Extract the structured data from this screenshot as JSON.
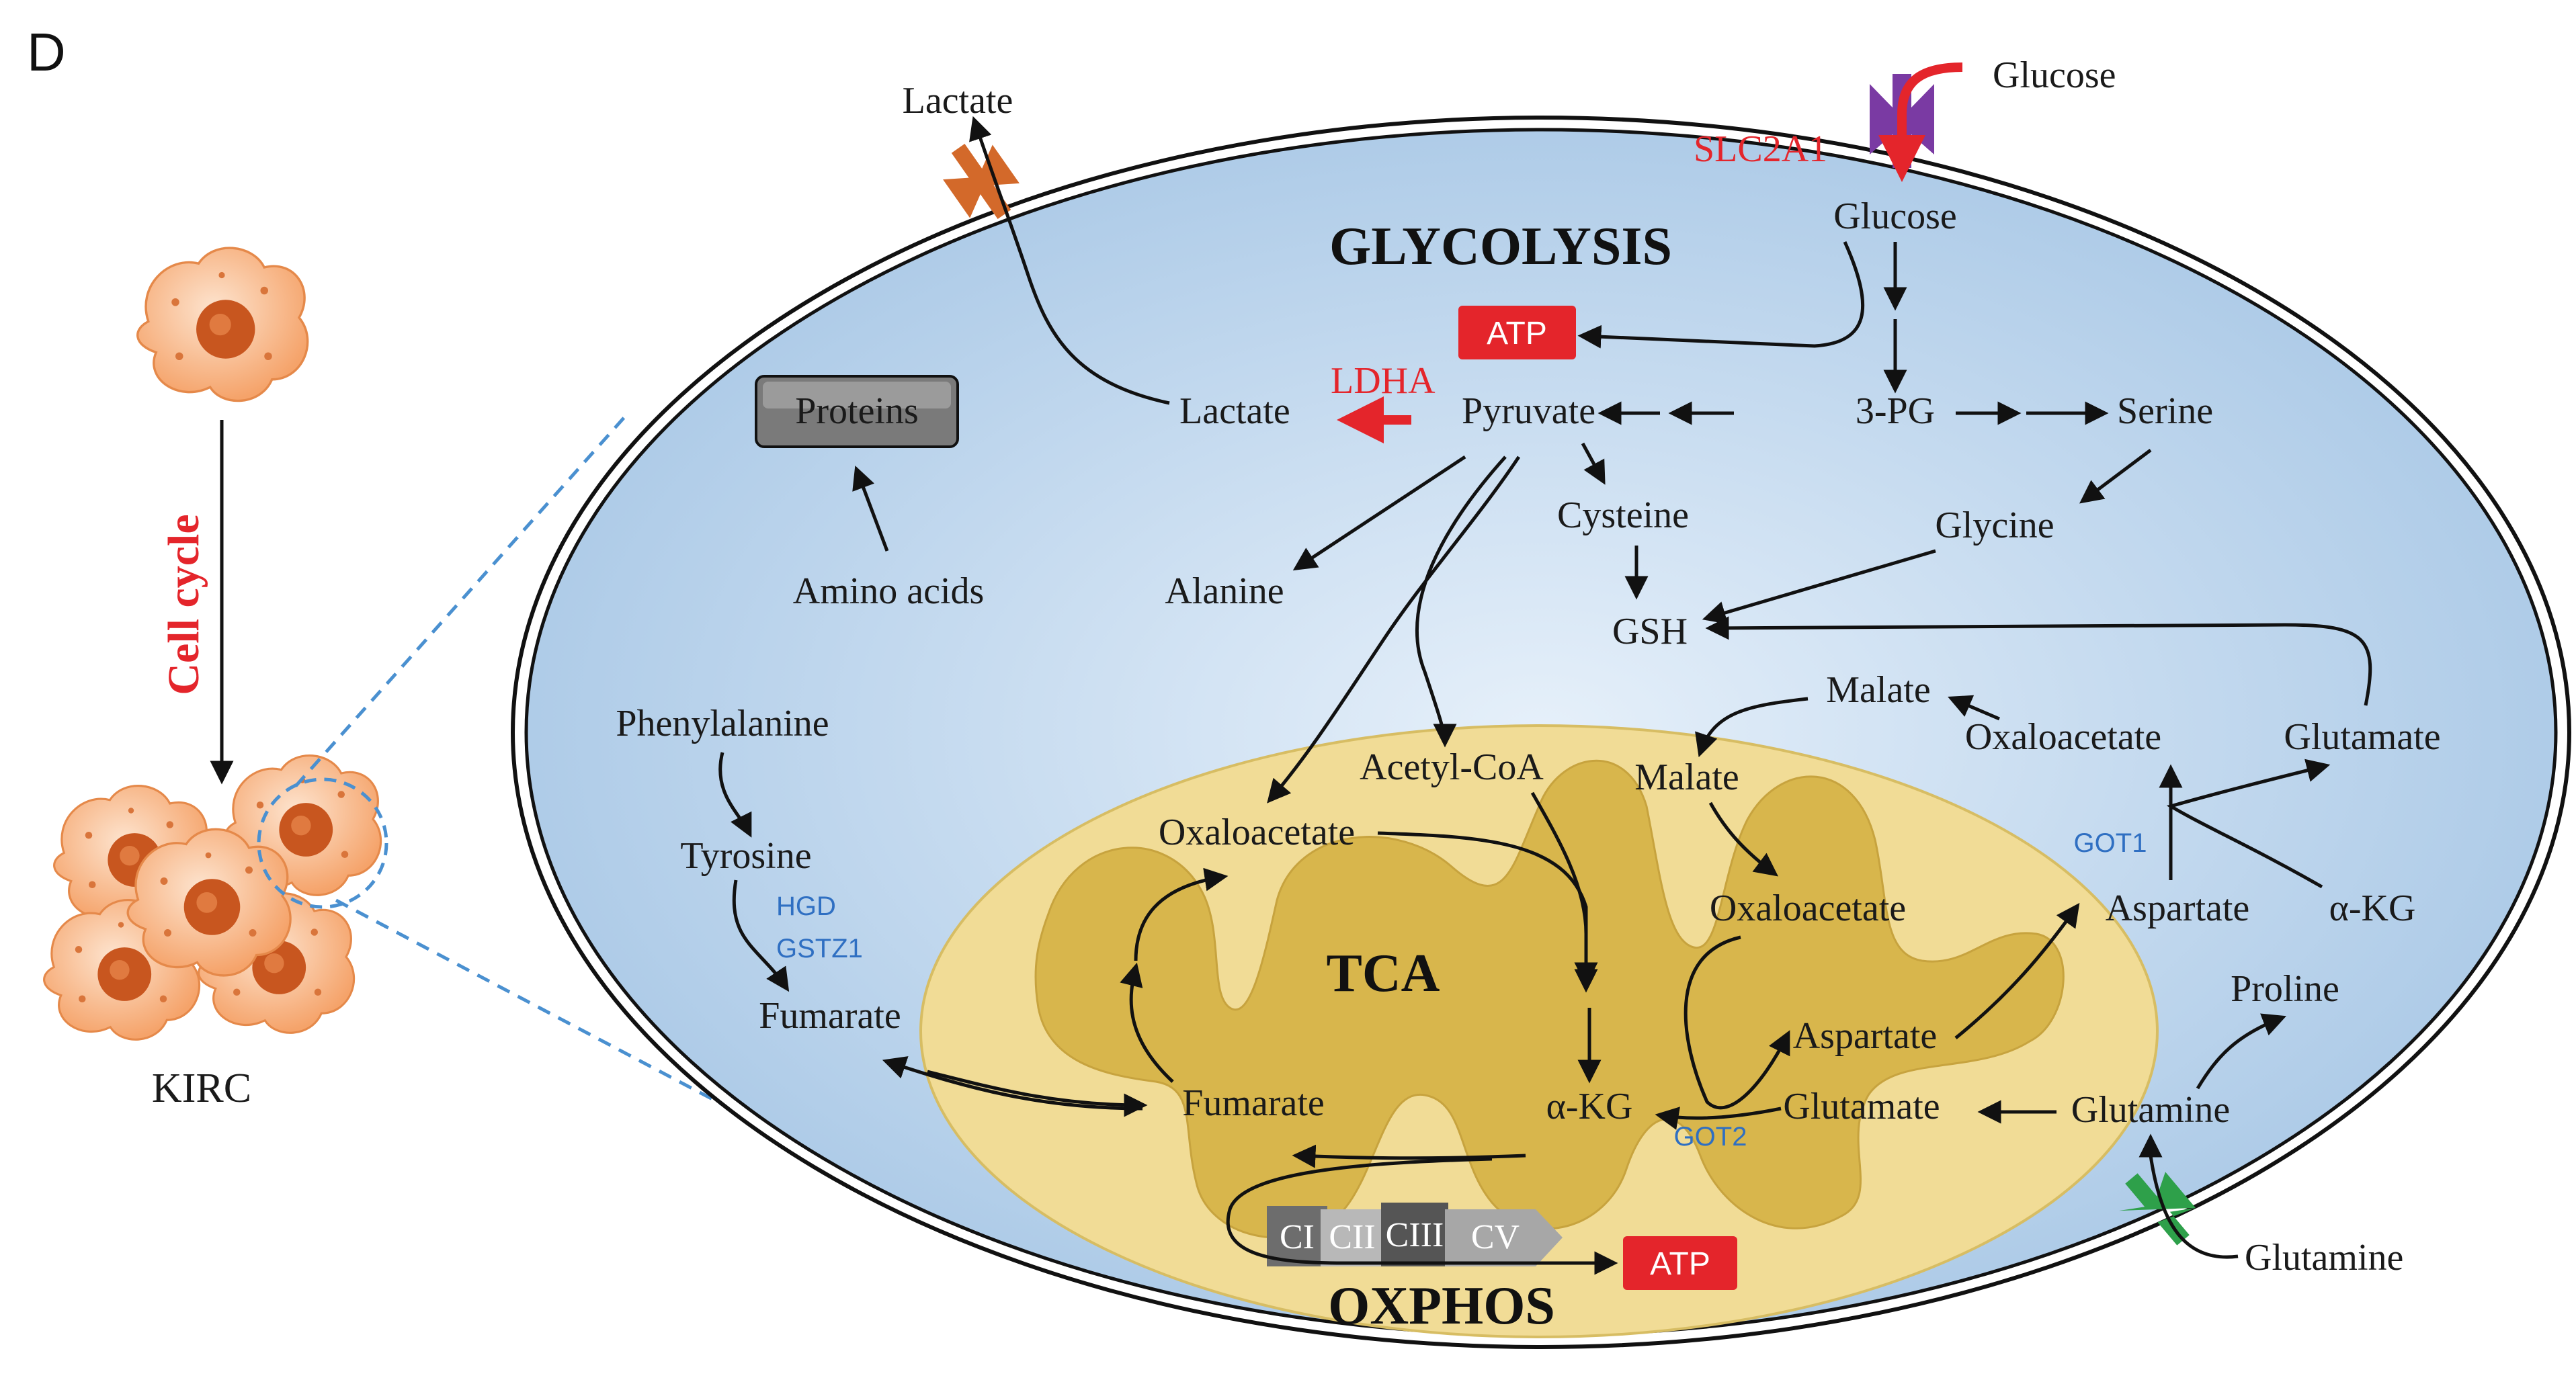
{
  "panel_letter": "D",
  "left": {
    "cell_cycle": "Cell cycle",
    "kirc": "KIRC"
  },
  "titles": {
    "glycolysis": "GLYCOLYSIS",
    "tca": "TCA",
    "oxphos": "OXPHOS"
  },
  "enzymes": {
    "slc2a1": "SLC2A1",
    "ldha": "LDHA",
    "hgd": "HGD",
    "gstz1": "GSTZ1",
    "got1": "GOT1",
    "got2": "GOT2"
  },
  "atp": {
    "top": "ATP",
    "bottom": "ATP"
  },
  "complexes": {
    "ci": "CI",
    "cii": "CII",
    "ciii": "CIII",
    "cv": "CV"
  },
  "metabolites": {
    "lactate_out": "Lactate",
    "glucose_out": "Glucose",
    "glucose_in": "Glucose",
    "proteins": "Proteins",
    "lactate_in": "Lactate",
    "pyruvate": "Pyruvate",
    "pg3": "3-PG",
    "serine": "Serine",
    "amino_acids": "Amino acids",
    "alanine": "Alanine",
    "cysteine": "Cysteine",
    "glycine": "Glycine",
    "gsh": "GSH",
    "phenylalanine": "Phenylalanine",
    "tyrosine": "Tyrosine",
    "fumarate_cyto": "Fumarate",
    "malate_cyto": "Malate",
    "oxaloacetate_cyto": "Oxaloacetate",
    "glutamate_cyto": "Glutamate",
    "aspartate_cyto": "Aspartate",
    "akg_cyto": "α-KG",
    "proline": "Proline",
    "glutamine_cyto": "Glutamine",
    "glutamine_out": "Glutamine",
    "acetyl_coa": "Acetyl-CoA",
    "oxaloacetate_mito": "Oxaloacetate",
    "malate_mito": "Malate",
    "oxaloacetate_mito2": "Oxaloacetate",
    "fumarate_mito": "Fumarate",
    "akg_mito": "α-KG",
    "aspartate_mito": "Aspartate",
    "glutamate_mito": "Glutamate"
  }
}
